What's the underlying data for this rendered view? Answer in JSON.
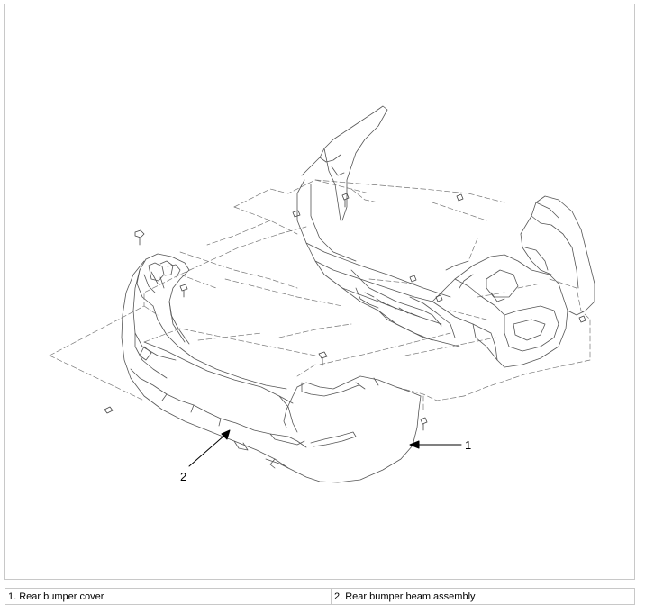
{
  "callouts": {
    "one": "1",
    "two": "2"
  },
  "legend": {
    "items": [
      {
        "label": "1. Rear bumper cover"
      },
      {
        "label": "2. Rear bumper beam assembly"
      }
    ]
  },
  "colors": {
    "line": "#555555",
    "dash": "#777777",
    "border": "#c8c8c8"
  }
}
